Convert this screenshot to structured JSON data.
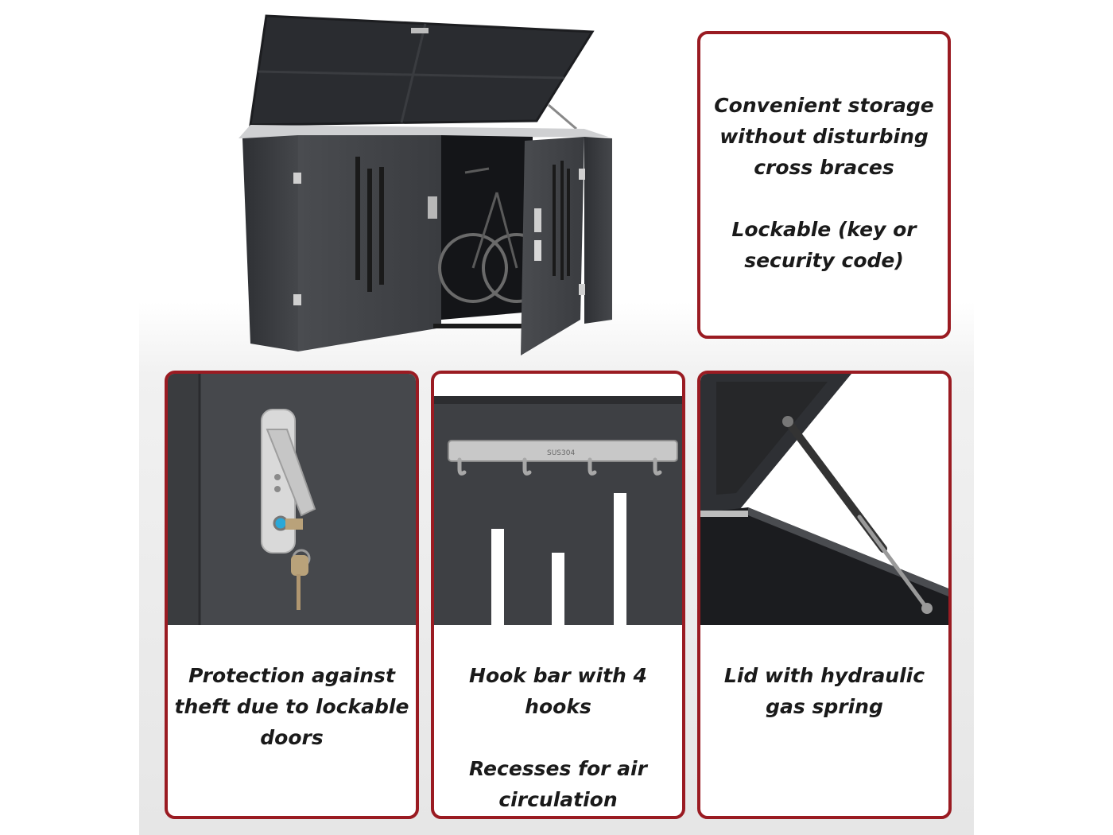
{
  "top_panel": {
    "lines": [
      "Convenient storage",
      "without disturbing",
      "cross braces"
    ],
    "lines2": [
      "Lockable (key or",
      "security code)"
    ]
  },
  "panels": [
    {
      "icon": "door-lock-icon",
      "lines": [
        "Protection against",
        "theft due to lockable",
        "doors"
      ]
    },
    {
      "icon": "hook-bar-icon",
      "lines": [
        "Hook bar with 4 hooks"
      ],
      "lines2": [
        "Recesses for air",
        "circulation"
      ],
      "hook_label": "SUS304"
    },
    {
      "icon": "gas-spring-icon",
      "lines": [
        "Lid with hydraulic",
        "gas spring"
      ]
    }
  ],
  "colors": {
    "border": "#9a1b22",
    "metal": "#3c3e42",
    "text": "#1a1a1a"
  }
}
